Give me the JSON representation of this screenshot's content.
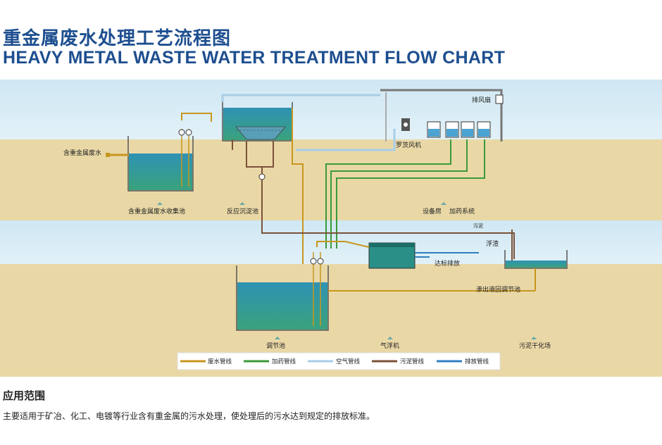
{
  "title_cn": "重金属废水处理工艺流程图",
  "title_en": "HEAVY METAL WASTE WATER TREATMENT FLOW CHART",
  "labels": {
    "inlet": "含重金属废水",
    "exhaust_fan": "排风扇",
    "roots_blower": "罗茨风机",
    "collection_tank": "含重金属废水收集池",
    "reaction_tank": "反应沉淀池",
    "equipment_room": "设备房",
    "dosing_system": "加药系统",
    "scum": "浮渣",
    "discharge": "达标排放",
    "seepage_return": "渗出液回调节池",
    "regulating_tank": "调节池",
    "air_flotation": "气浮机",
    "sludge_drying": "污泥干化场"
  },
  "pipe_text": "污泥",
  "legend": [
    {
      "label": "废水管线",
      "color": "#c8961e"
    },
    {
      "label": "加药管线",
      "color": "#3a9a3a"
    },
    {
      "label": "空气管线",
      "color": "#a9cde6"
    },
    {
      "label": "污泥管线",
      "color": "#7a5238"
    },
    {
      "label": "排放管线",
      "color": "#2f7fc1"
    }
  ],
  "section_title": "应用范围",
  "description": "主要适用于矿冶、化工、电镀等行业含有重金属的污水处理，使处理后的污水达到规定的排放标准。"
}
